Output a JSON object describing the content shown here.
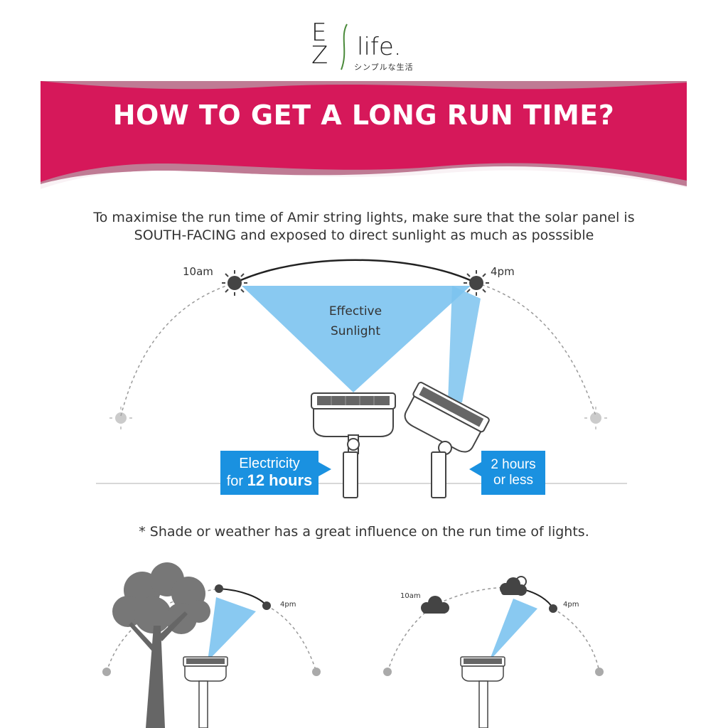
{
  "logo": {
    "letters_top": "E",
    "letters_bottom": "Z",
    "word": "life.",
    "tagline": "シンプルな生活"
  },
  "banner": {
    "title": "HOW TO GET A LONG RUN TIME?",
    "color": "#d6185a",
    "shadow_color": "#8a0f3c"
  },
  "intro": {
    "line1": "To maximise the run time of Amir string lights, make sure that the solar panel is",
    "line2": "SOUTH-FACING and exposed to direct sunlight as much as posssible"
  },
  "diagram": {
    "label_start": "10am",
    "label_end": "4pm",
    "effective_line1": "Effective",
    "effective_line2": "Sunlight",
    "callout_left_line1": "Electricity",
    "callout_left_prefix": "for",
    "callout_left_bold": "12 hours",
    "callout_right_line1": "2 hours",
    "callout_right_line2": "or less",
    "beam_color": "#7cc3ef",
    "callout_color": "#1a91e0"
  },
  "note": "* Shade or weather has a great influence on the run time of lights.",
  "examples": {
    "tree_end_label": "4pm",
    "cloud_start_label": "10am",
    "cloud_end_label": "4pm"
  }
}
